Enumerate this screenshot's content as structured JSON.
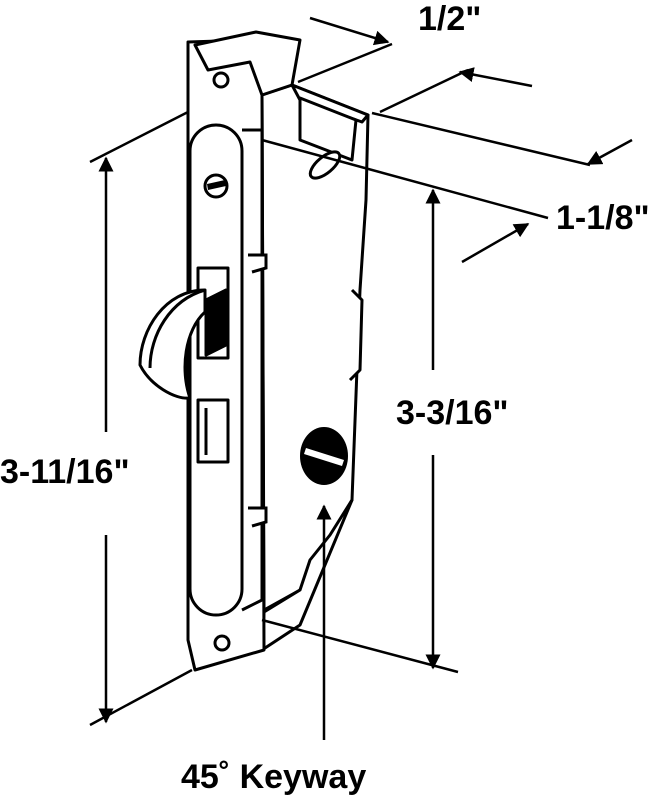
{
  "dimensions": {
    "width": "1/2\"",
    "depth": "1-1/8\"",
    "inner_height": "3-3/16\"",
    "overall_height": "3-11/16\""
  },
  "keyway": {
    "label": "45˚ Keyway"
  },
  "colors": {
    "ink": "#000000",
    "paper": "#ffffff"
  }
}
